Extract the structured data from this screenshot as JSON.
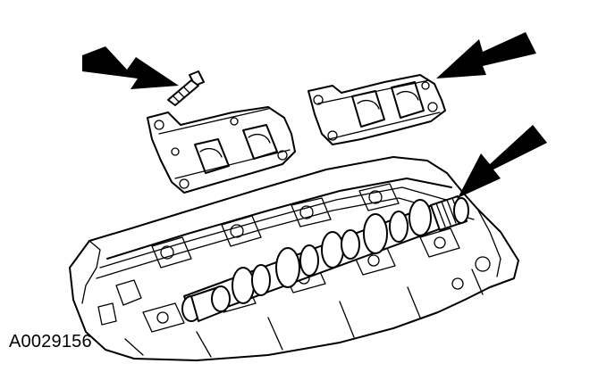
{
  "figure": {
    "id_label": "A0029156"
  },
  "parts": [
    {
      "name": "bolt"
    },
    {
      "name": "left-camshaft-bearing-cap"
    },
    {
      "name": "right-camshaft-bearing-cap"
    },
    {
      "name": "camshaft"
    },
    {
      "name": "cylinder-head"
    }
  ],
  "arrows": [
    {
      "points_to": "bolt"
    },
    {
      "points_to": "right-camshaft-bearing-cap"
    },
    {
      "points_to": "camshaft"
    }
  ],
  "colors": {
    "ink": "#000000",
    "paper": "#ffffff"
  }
}
